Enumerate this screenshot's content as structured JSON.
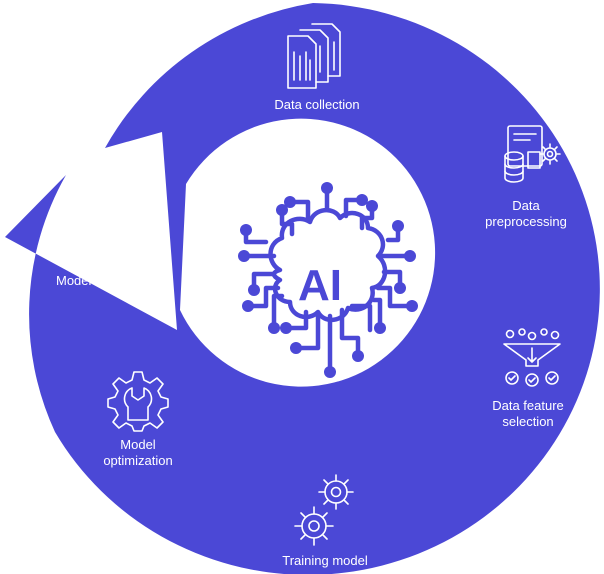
{
  "diagram": {
    "colors": {
      "ring": "#4b48d6",
      "background": "#ffffff",
      "text_on_ring": "#ffffff",
      "center_icon": "#4b48d6"
    },
    "center": {
      "label": "AI",
      "icon": "ai-brain-circuit-icon"
    },
    "steps": [
      {
        "label": "Data collection",
        "icon": "documents-stack-icon"
      },
      {
        "label": "Data preprocessing",
        "icon": "data-processing-gear-icon"
      },
      {
        "label": "Data feature selection",
        "icon": "filter-funnel-icon"
      },
      {
        "label": "Training model",
        "icon": "gears-icon"
      },
      {
        "label": "Model optimization",
        "icon": "wrench-gear-icon"
      },
      {
        "label": "Model analysis",
        "icon": "analytics-report-icon"
      }
    ]
  }
}
